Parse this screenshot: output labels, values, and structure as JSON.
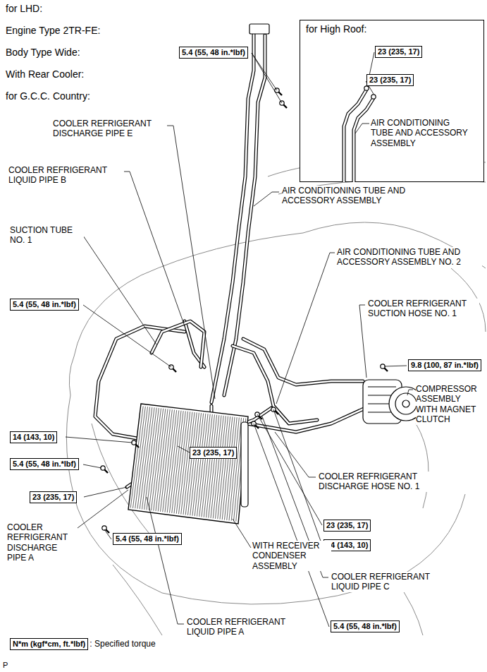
{
  "diagram": {
    "nodes": [
      {
        "text": [
          "5.4 (55, 48 in.*lbf)"
        ]
      },
      {
        "text": [
          "for High Roof:",
          "AIR CONDITIONING TUBE AND ACCESSORY ASSEMBLY"
        ]
      },
      {
        "text": [
          "23 (235, 17)"
        ],
        "in": 1
      },
      {
        "text": [
          "23 (235, 17)"
        ],
        "in": 1
      },
      {
        "text": [
          "5.4 (55, 48 in.*lbf)"
        ]
      },
      {
        "text": [
          "9.8 (100, 87 in.*lbf)"
        ]
      },
      {
        "text": [
          "14 (143, 10)"
        ]
      },
      {
        "text": [
          "5.4 (55, 48 in.*lbf)"
        ]
      },
      {
        "text": [
          "23 (235, 17)"
        ]
      },
      {
        "text": [
          "23 (235, 17)"
        ]
      },
      {
        "text": [
          "5.4 (55, 48 in.*lbf)"
        ]
      },
      {
        "text": [
          "23 (235, 17)"
        ]
      },
      {
        "text": [
          "14 (143, 10)"
        ]
      },
      {
        "text": [
          "5.4 (55, 48 in.*lbf)"
        ]
      },
      {
        "text": [
          "N*m (kgf*cm, ft.*lbf)"
        ]
      }
    ],
    "labels": [
      "for LHD:",
      "Engine Type 2TR-FE:",
      "Body Type Wide:",
      "With Rear Cooler:",
      "for G.C.C. Country:",
      "COOLER REFRIGERANT DISCHARGE PIPE E",
      "COOLER REFRIGERANT LIQUID PIPE B",
      "AIR CONDITIONING TUBE AND ACCESSORY ASSEMBLY",
      "SUCTION TUBE NO. 1",
      "AIR CONDITIONING TUBE AND ACCESSORY ASSEMBLY NO. 2",
      "COOLER REFRIGERANT SUCTION HOSE NO. 1",
      "COMPRESSOR ASSEMBLY WITH MAGNET CLUTCH",
      "COOLER REFRIGERANT DISCHARGE HOSE NO. 1",
      "WITH RECEIVER CONDENSER ASSEMBLY",
      "COOLER REFRIGERANT DISCHARGE PIPE A",
      "COOLER REFRIGERANT LIQUID PIPE C",
      "COOLER REFRIGERANT LIQUID PIPE A",
      ": Specified torque",
      "P"
    ]
  }
}
